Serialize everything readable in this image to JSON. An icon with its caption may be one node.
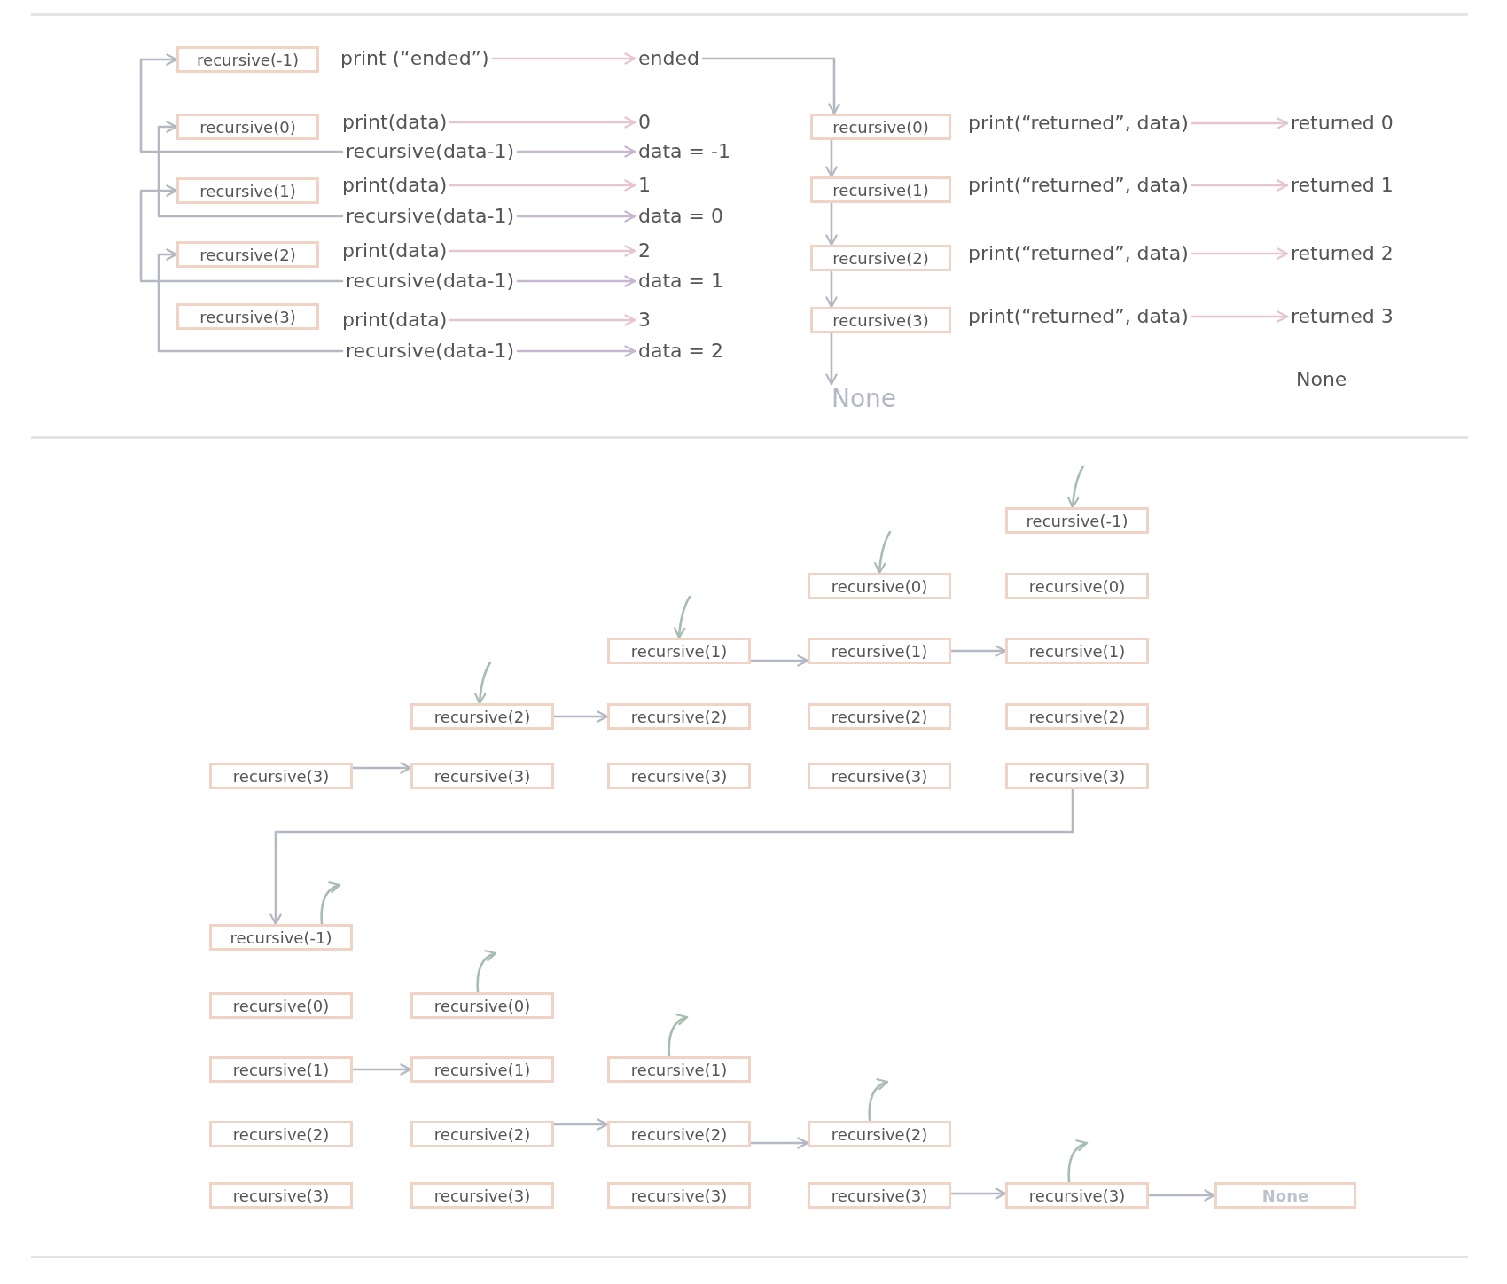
{
  "diagram": {
    "nodes": [
      {
        "text": [
          "recursive(-1)"
        ]
      },
      {
        "text": [
          "print (“ended”)"
        ]
      },
      {
        "text": [
          "ended"
        ]
      },
      {
        "text": [
          "recursive(0)"
        ]
      },
      {
        "text": [
          "print(data)"
        ]
      },
      {
        "text": [
          "0"
        ]
      },
      {
        "text": [
          "recursive(data-1)"
        ]
      },
      {
        "text": [
          "data = -1"
        ]
      },
      {
        "text": [
          "recursive(1)"
        ]
      },
      {
        "text": [
          "print(data)"
        ]
      },
      {
        "text": [
          "1"
        ]
      },
      {
        "text": [
          "recursive(data-1)"
        ]
      },
      {
        "text": [
          "data = 0"
        ]
      },
      {
        "text": [
          "recursive(2)"
        ]
      },
      {
        "text": [
          "print(data)"
        ]
      },
      {
        "text": [
          "2"
        ]
      },
      {
        "text": [
          "recursive(data-1)"
        ]
      },
      {
        "text": [
          "data = 1"
        ]
      },
      {
        "text": [
          "recursive(3)"
        ]
      },
      {
        "text": [
          "print(data)"
        ]
      },
      {
        "text": [
          "3"
        ]
      },
      {
        "text": [
          "recursive(data-1)"
        ]
      },
      {
        "text": [
          "data = 2"
        ]
      },
      {
        "text": [
          "recursive(0)"
        ]
      },
      {
        "text": [
          "print(“returned”, data)"
        ]
      },
      {
        "text": [
          "returned 0"
        ]
      },
      {
        "text": [
          "recursive(1)"
        ]
      },
      {
        "text": [
          "print(“returned”, data)"
        ]
      },
      {
        "text": [
          "returned 1"
        ]
      },
      {
        "text": [
          "recursive(2)"
        ]
      },
      {
        "text": [
          "print(“returned”, data)"
        ]
      },
      {
        "text": [
          "returned 2"
        ]
      },
      {
        "text": [
          "recursive(3)"
        ]
      },
      {
        "text": [
          "print(“returned”, data)"
        ]
      },
      {
        "text": [
          "returned 3"
        ]
      },
      {
        "text": [
          "None"
        ]
      },
      {
        "text": [
          "recursive(3)"
        ]
      },
      {
        "text": [
          "recursive(2)"
        ]
      },
      {
        "text": [
          "recursive(3)"
        ]
      },
      {
        "text": [
          "recursive(1)"
        ]
      },
      {
        "text": [
          "recursive(2)"
        ]
      },
      {
        "text": [
          "recursive(3)"
        ]
      },
      {
        "text": [
          "recursive(0)"
        ]
      },
      {
        "text": [
          "recursive(1)"
        ]
      },
      {
        "text": [
          "recursive(2)"
        ]
      },
      {
        "text": [
          "recursive(3)"
        ]
      },
      {
        "text": [
          "recursive(-1)"
        ]
      },
      {
        "text": [
          "recursive(0)"
        ]
      },
      {
        "text": [
          "recursive(1)"
        ]
      },
      {
        "text": [
          "recursive(2)"
        ]
      },
      {
        "text": [
          "recursive(3)"
        ]
      },
      {
        "text": [
          "recursive(-1)"
        ]
      },
      {
        "text": [
          "recursive(0)"
        ]
      },
      {
        "text": [
          "recursive(1)"
        ]
      },
      {
        "text": [
          "recursive(2)"
        ]
      },
      {
        "text": [
          "recursive(3)"
        ]
      },
      {
        "text": [
          "recursive(0)"
        ]
      },
      {
        "text": [
          "recursive(1)"
        ]
      },
      {
        "text": [
          "recursive(2)"
        ]
      },
      {
        "text": [
          "recursive(3)"
        ]
      },
      {
        "text": [
          "recursive(1)"
        ]
      },
      {
        "text": [
          "recursive(2)"
        ]
      },
      {
        "text": [
          "recursive(3)"
        ]
      },
      {
        "text": [
          "recursive(2)"
        ]
      },
      {
        "text": [
          "recursive(3)"
        ]
      },
      {
        "text": [
          "recursive(3)"
        ]
      },
      {
        "text": [
          "None"
        ]
      }
    ],
    "edges": [
      {
        "from": 1,
        "to": 2,
        "arrow": "to",
        "color": "#e6c5d0"
      },
      {
        "from": 4,
        "to": 5,
        "arrow": "to",
        "color": "#e6c5d0"
      },
      {
        "from": 6,
        "to": 7,
        "arrow": "to",
        "color": "#c7b7d1"
      },
      {
        "from": 9,
        "to": 10,
        "arrow": "to",
        "color": "#e6c5d0"
      },
      {
        "from": 11,
        "to": 12,
        "arrow": "to",
        "color": "#c7b7d1"
      },
      {
        "from": 14,
        "to": 15,
        "arrow": "to",
        "color": "#e6c5d0"
      },
      {
        "from": 16,
        "to": 17,
        "arrow": "to",
        "color": "#c7b7d1"
      },
      {
        "from": 19,
        "to": 20,
        "arrow": "to",
        "color": "#e6c5d0"
      },
      {
        "from": 21,
        "to": 22,
        "arrow": "to",
        "color": "#c7b7d1"
      },
      {
        "from": 6,
        "to": 0,
        "arrow": "to"
      },
      {
        "from": 11,
        "to": 3,
        "arrow": "to"
      },
      {
        "from": 16,
        "to": 8,
        "arrow": "to"
      },
      {
        "from": 21,
        "to": 13,
        "arrow": "to"
      },
      {
        "from": 2,
        "to": 23,
        "arrow": "to"
      },
      {
        "from": 24,
        "to": 25,
        "arrow": "to",
        "color": "#e6c5d0"
      },
      {
        "from": 27,
        "to": 28,
        "arrow": "to",
        "color": "#e6c5d0"
      },
      {
        "from": 30,
        "to": 31,
        "arrow": "to",
        "color": "#e6c5d0"
      },
      {
        "from": 33,
        "to": 34,
        "arrow": "to",
        "color": "#e6c5d0"
      },
      {
        "from": 23,
        "to": 26,
        "arrow": "to"
      },
      {
        "from": 26,
        "to": 29,
        "arrow": "to"
      },
      {
        "from": 29,
        "to": 32,
        "arrow": "to"
      },
      {
        "from": 32,
        "to": 35,
        "arrow": "to"
      },
      {
        "from": 36,
        "to": 38,
        "arrow": "to"
      },
      {
        "from": 37,
        "to": 40,
        "arrow": "to"
      },
      {
        "from": 39,
        "to": 43,
        "arrow": "to"
      },
      {
        "from": 43,
        "to": 48,
        "arrow": "to"
      },
      {
        "from": null,
        "to": 37,
        "arrow": "to",
        "color": "#a8bdb1"
      },
      {
        "from": null,
        "to": 39,
        "arrow": "to",
        "color": "#a8bdb1"
      },
      {
        "from": null,
        "to": 42,
        "arrow": "to",
        "color": "#a8bdb1"
      },
      {
        "from": null,
        "to": 46,
        "arrow": "to",
        "color": "#a8bdb1"
      },
      {
        "from": 50,
        "to": 51,
        "arrow": "to"
      },
      {
        "from": 53,
        "to": 57,
        "arrow": "to"
      },
      {
        "from": 58,
        "to": 61,
        "arrow": "to"
      },
      {
        "from": 61,
        "to": 63,
        "arrow": "to"
      },
      {
        "from": 64,
        "to": 65,
        "arrow": "to"
      },
      {
        "from": 65,
        "to": 66,
        "arrow": "to"
      },
      {
        "from": 51,
        "to": null,
        "arrow": "to",
        "color": "#a8bdb1"
      },
      {
        "from": 56,
        "to": null,
        "arrow": "to",
        "color": "#a8bdb1"
      },
      {
        "from": 60,
        "to": null,
        "arrow": "to",
        "color": "#a8bdb1"
      },
      {
        "from": 63,
        "to": null,
        "arrow": "to",
        "color": "#a8bdb1"
      },
      {
        "from": 65,
        "to": null,
        "arrow": "to",
        "color": "#a8bdb1"
      }
    ],
    "labels": [
      "None"
    ]
  }
}
